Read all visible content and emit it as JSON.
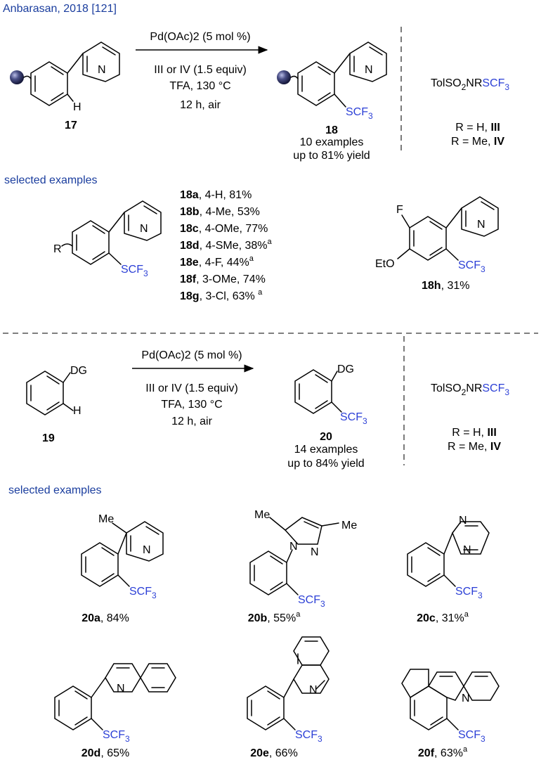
{
  "citation": "Anbarasan, 2018 [121]",
  "section_label": "selected examples",
  "reagent_name": "TolSO2NRSCF3",
  "scheme1": {
    "catalyst": "Pd(OAc)2 (5 mol %)",
    "reagent_line": "III or IV (1.5 equiv)",
    "acid_temp": "TFA, 130 °C",
    "time_atm": "12 h, air",
    "sm_label": "17",
    "product_label": "18",
    "examples": "10 examples",
    "yield": "up to 81% yield",
    "r_h": "R = H, III",
    "r_me": "R = Me, IV",
    "list": [
      {
        "id": "18a",
        "text": ", 4-H, 81%"
      },
      {
        "id": "18b",
        "text": ", 4-Me, 53%"
      },
      {
        "id": "18c",
        "text": ", 4-OMe, 77%"
      },
      {
        "id": "18d",
        "text": ", 4-SMe, 38%",
        "sup": "a"
      },
      {
        "id": "18e",
        "text": ", 4-F, 44%",
        "sup": "a"
      },
      {
        "id": "18f",
        "text": ", 3-OMe, 74%"
      },
      {
        "id": "18g",
        "text": ", 3-Cl, 63% ",
        "sup": "a"
      }
    ],
    "ex18h": {
      "id": "18h",
      "text": ", 31%"
    }
  },
  "scheme2": {
    "catalyst": "Pd(OAc)2 (5 mol %)",
    "reagent_line": "III or IV (1.5 equiv)",
    "acid_temp": "TFA, 130 °C",
    "time_atm": "12 h, air",
    "sm_label": "19",
    "product_label": "20",
    "examples": "14 examples",
    "yield": "up to 84% yield",
    "r_h": "R = H, III",
    "r_me": "R = Me, IV",
    "compounds": [
      {
        "id": "20a",
        "text": ", 84%",
        "sup": ""
      },
      {
        "id": "20b",
        "text": ", 55%",
        "sup": "a"
      },
      {
        "id": "20c",
        "text": ", 31%",
        "sup": "a"
      },
      {
        "id": "20d",
        "text": ", 65%",
        "sup": ""
      },
      {
        "id": "20e",
        "text": ", 66%",
        "sup": ""
      },
      {
        "id": "20f",
        "text": ", 63%",
        "sup": "a"
      }
    ]
  },
  "atoms": {
    "N": "N",
    "H": "H",
    "F": "F",
    "EtO": "EtO",
    "R": "R",
    "DG": "DG",
    "Me": "Me",
    "SCF": "SCF",
    "sub3": "3"
  },
  "colors": {
    "heading_blue": "#1a3d9e",
    "scf3_blue": "#2b3fd6",
    "bead": "#2a2f5a"
  }
}
